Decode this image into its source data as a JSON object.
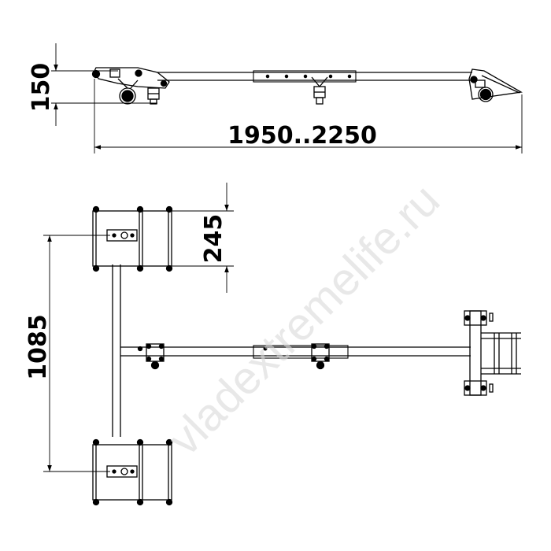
{
  "dimensions": {
    "height_side": "150",
    "length": "1950..2250",
    "pad_width": "245",
    "track_width": "1085"
  },
  "watermark": "vladextremelife.ru",
  "colors": {
    "line": "#000000",
    "paper": "#ffffff",
    "watermark": "#d8d8d8"
  }
}
